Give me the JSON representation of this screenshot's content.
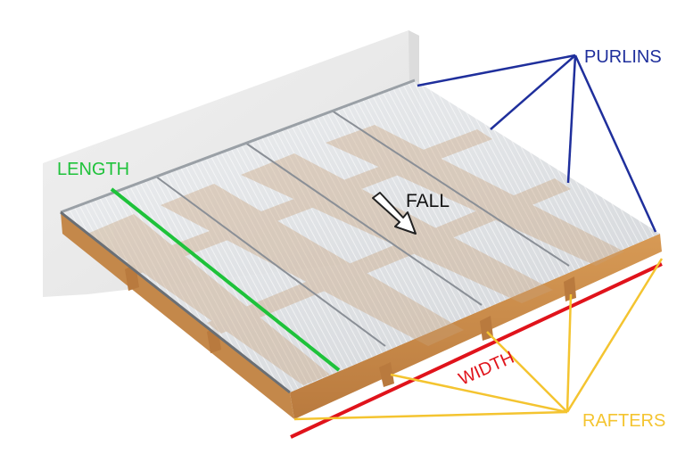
{
  "labels": {
    "length": "LENGTH",
    "fall": "FALL",
    "purlins": "PURLINS",
    "width": "WIDTH",
    "rafters": "RAFTERS"
  },
  "colors": {
    "length": "#1ec23a",
    "purlins": "#1f2f9c",
    "width": "#e0131b",
    "rafters": "#f4c430",
    "wall": "#ececec",
    "timber": "#c98a4a",
    "sheet": "#d9dadc",
    "fall_arrow": "#222222"
  }
}
